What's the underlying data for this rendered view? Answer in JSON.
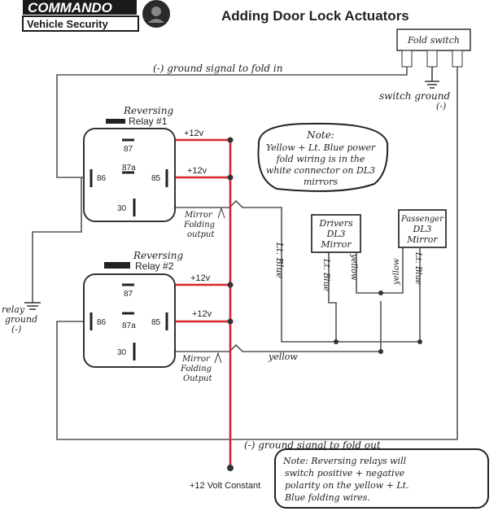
{
  "logo": {
    "brand": "COMMANDO",
    "tagline": "Vehicle Security"
  },
  "title": "Adding Door Lock Actuators",
  "fold_switch": {
    "label": "Fold switch",
    "ground_label_1": "switch ground",
    "ground_label_2": "(-)"
  },
  "signals": {
    "fold_in": "(-) ground signal to fold in",
    "fold_out": "(-) ground signal to fold out"
  },
  "relay1": {
    "title_1": "Reversing",
    "title_2": "Relay #1",
    "pins": {
      "p87": "87",
      "p87a": "87a",
      "p86": "86",
      "p85": "85",
      "p30": "30"
    },
    "v_87": "+12v",
    "v_85": "+12v",
    "output_1": "Mirror",
    "output_2": "Folding",
    "output_3": "output"
  },
  "relay2": {
    "title_1": "Reversing",
    "title_2": "Relay #2",
    "pins": {
      "p87": "87",
      "p87a": "87a",
      "p86": "86",
      "p85": "85",
      "p30": "30"
    },
    "v_87": "+12v",
    "v_85": "+12v",
    "output_1": "Mirror",
    "output_2": "Folding",
    "output_3": "Output"
  },
  "relay_ground": {
    "line_1": "relay",
    "line_2": "ground",
    "line_3": "(-)"
  },
  "wires": {
    "lt_blue": "Lt. Blue",
    "yellow": "yellow",
    "lt_blue_left": "Lt. Blue",
    "yellow_left": "yellow",
    "yellow_right": "yellow",
    "lt_blue_right": "Lt. Blue"
  },
  "drivers_mirror": {
    "line_1": "Drivers",
    "line_2": "DL3",
    "line_3": "Mirror"
  },
  "passenger_mirror": {
    "line_1": "Passenger",
    "line_2": "DL3",
    "line_3": "Mirror"
  },
  "note_top": {
    "line_1": "Note:",
    "line_2": "Yellow + Lt. Blue power",
    "line_3": "fold wiring is in the",
    "line_4": "white connector on DL3",
    "line_5": "mirrors"
  },
  "note_bottom": {
    "line_1": "Note: Reversing relays will",
    "line_2": "switch positive + negative",
    "line_3": "polarity on the yellow + Lt.",
    "line_4": "Blue folding wires."
  },
  "supply_label": "+12 Volt Constant",
  "colors": {
    "power": "#d8262e",
    "wire": "#555555",
    "relay_box": "#333333"
  }
}
